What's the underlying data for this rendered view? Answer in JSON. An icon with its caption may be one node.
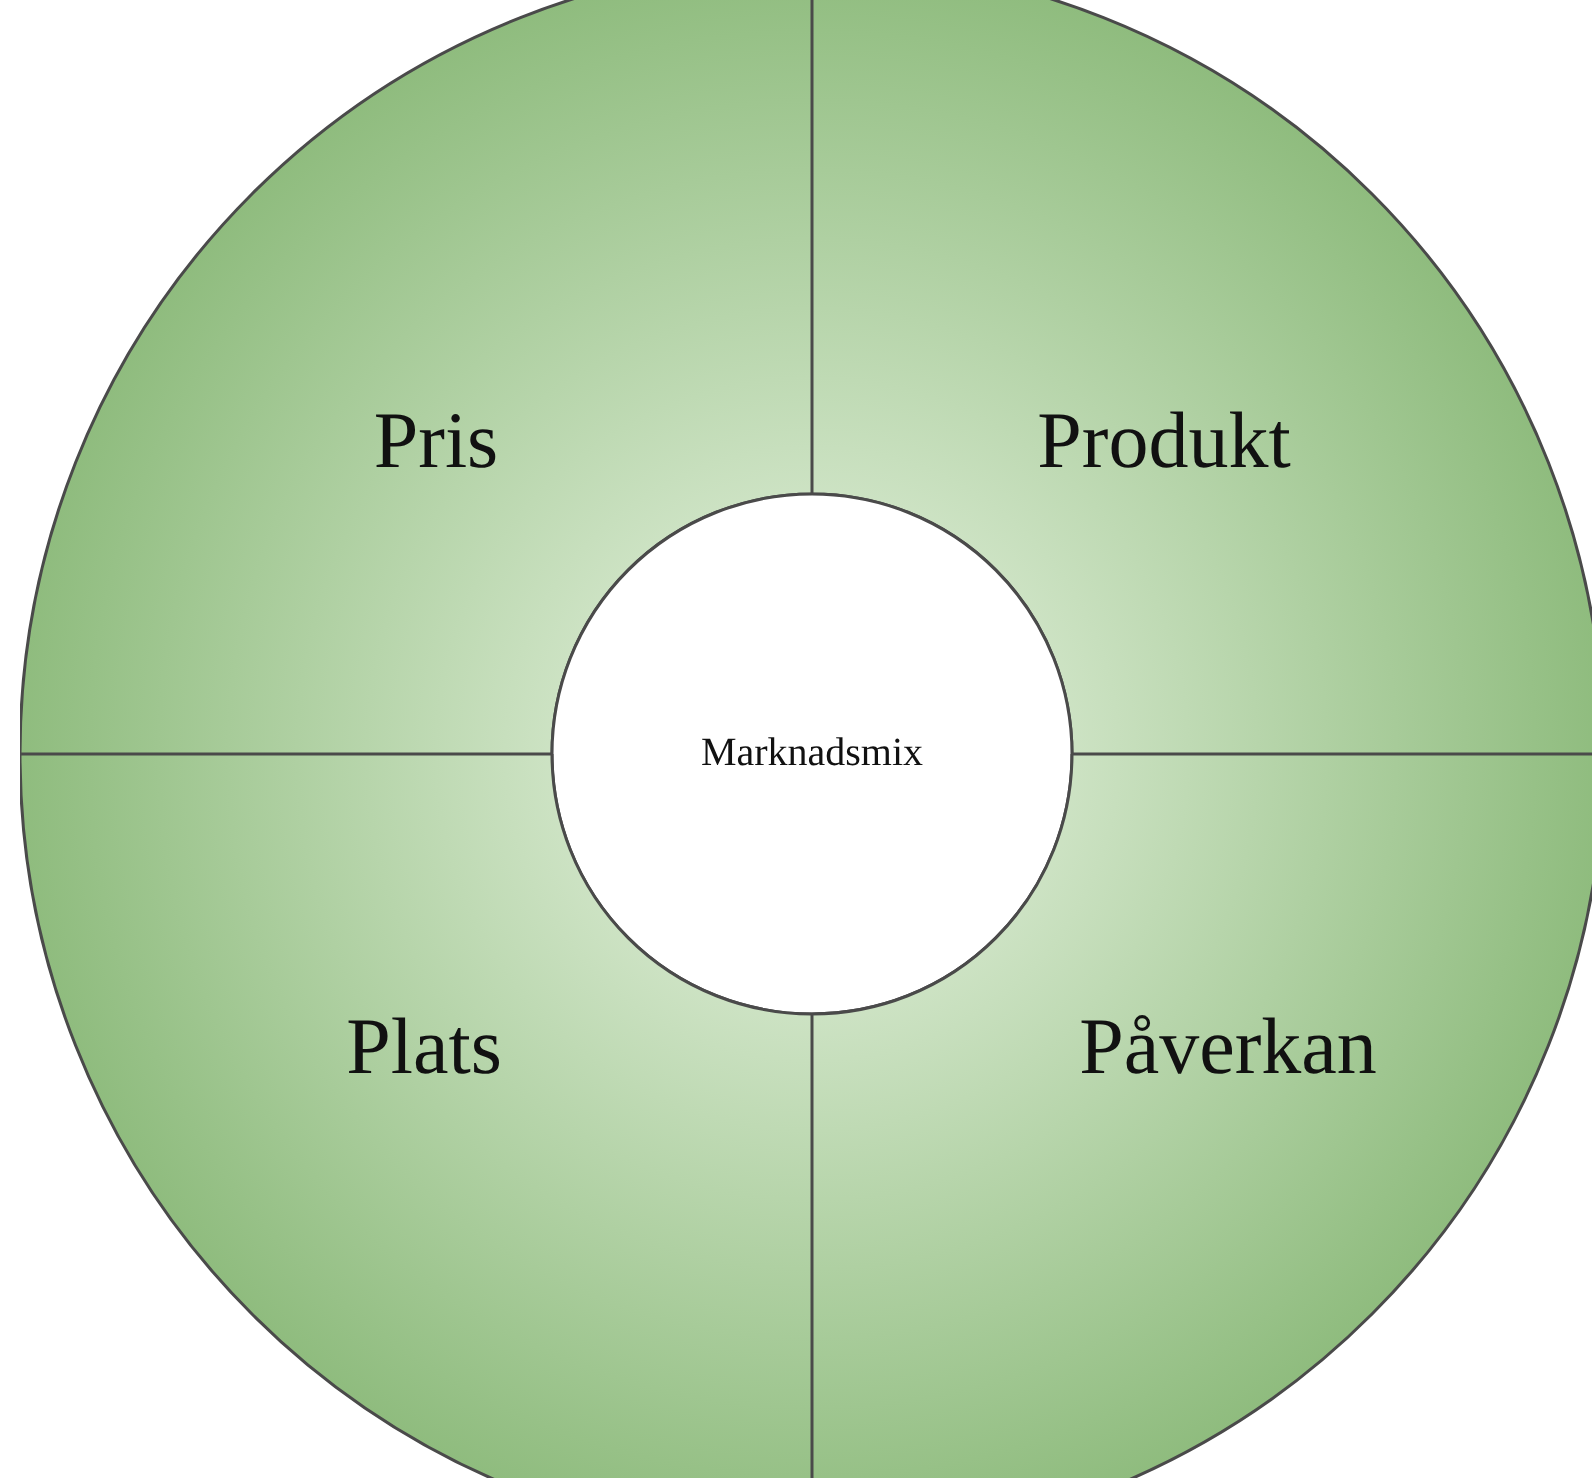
{
  "diagram": {
    "nodes": [
      {
        "text": [
          "Pris"
        ]
      },
      {
        "text": [
          "Produkt"
        ]
      },
      {
        "text": [
          "Marknadsmix"
        ]
      },
      {
        "text": [
          "Plats"
        ]
      },
      {
        "text": [
          "Påverkan"
        ]
      }
    ]
  }
}
